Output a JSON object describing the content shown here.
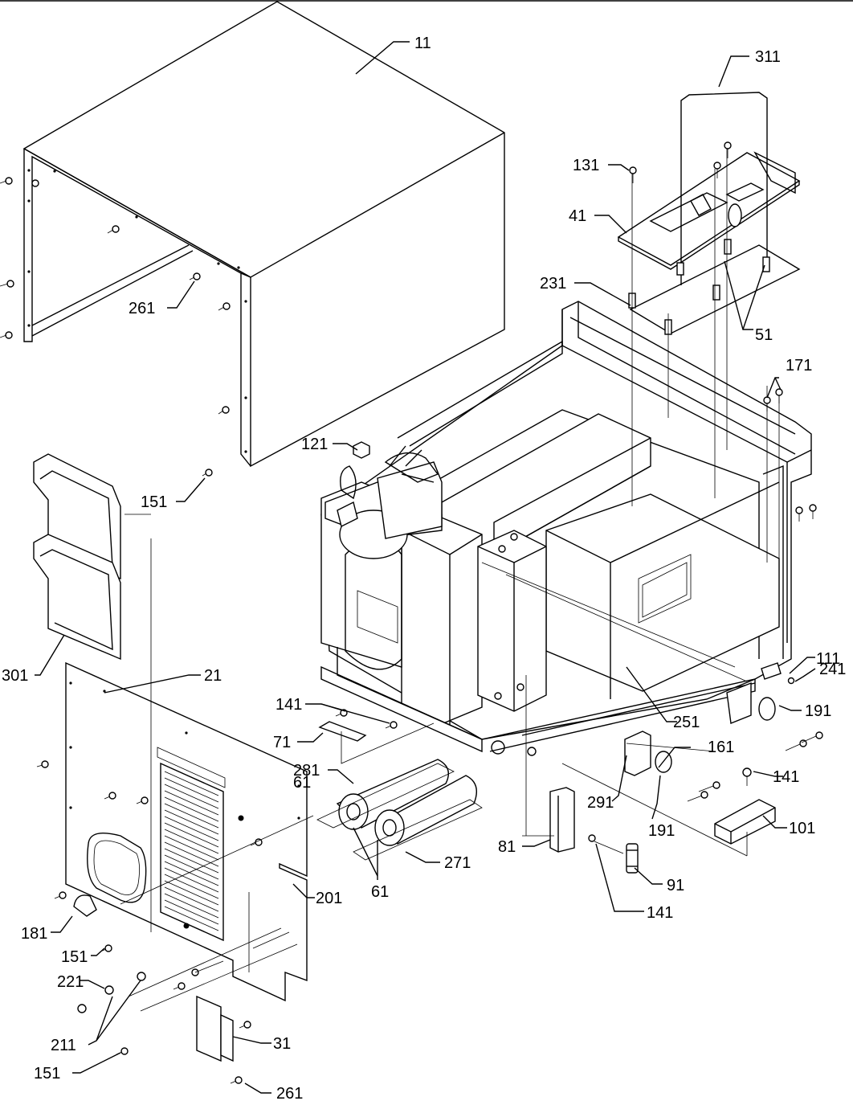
{
  "diagram": {
    "callouts": [
      "11",
      "311",
      "131",
      "41",
      "231",
      "51",
      "171",
      "121",
      "151",
      "261",
      "301",
      "21",
      "141",
      "71",
      "281",
      "61",
      "61",
      "251",
      "111",
      "241",
      "191",
      "161",
      "141",
      "291",
      "191",
      "101",
      "201",
      "81",
      "91",
      "271",
      "141",
      "181",
      "151",
      "221",
      "211",
      "151",
      "31",
      "261"
    ]
  }
}
